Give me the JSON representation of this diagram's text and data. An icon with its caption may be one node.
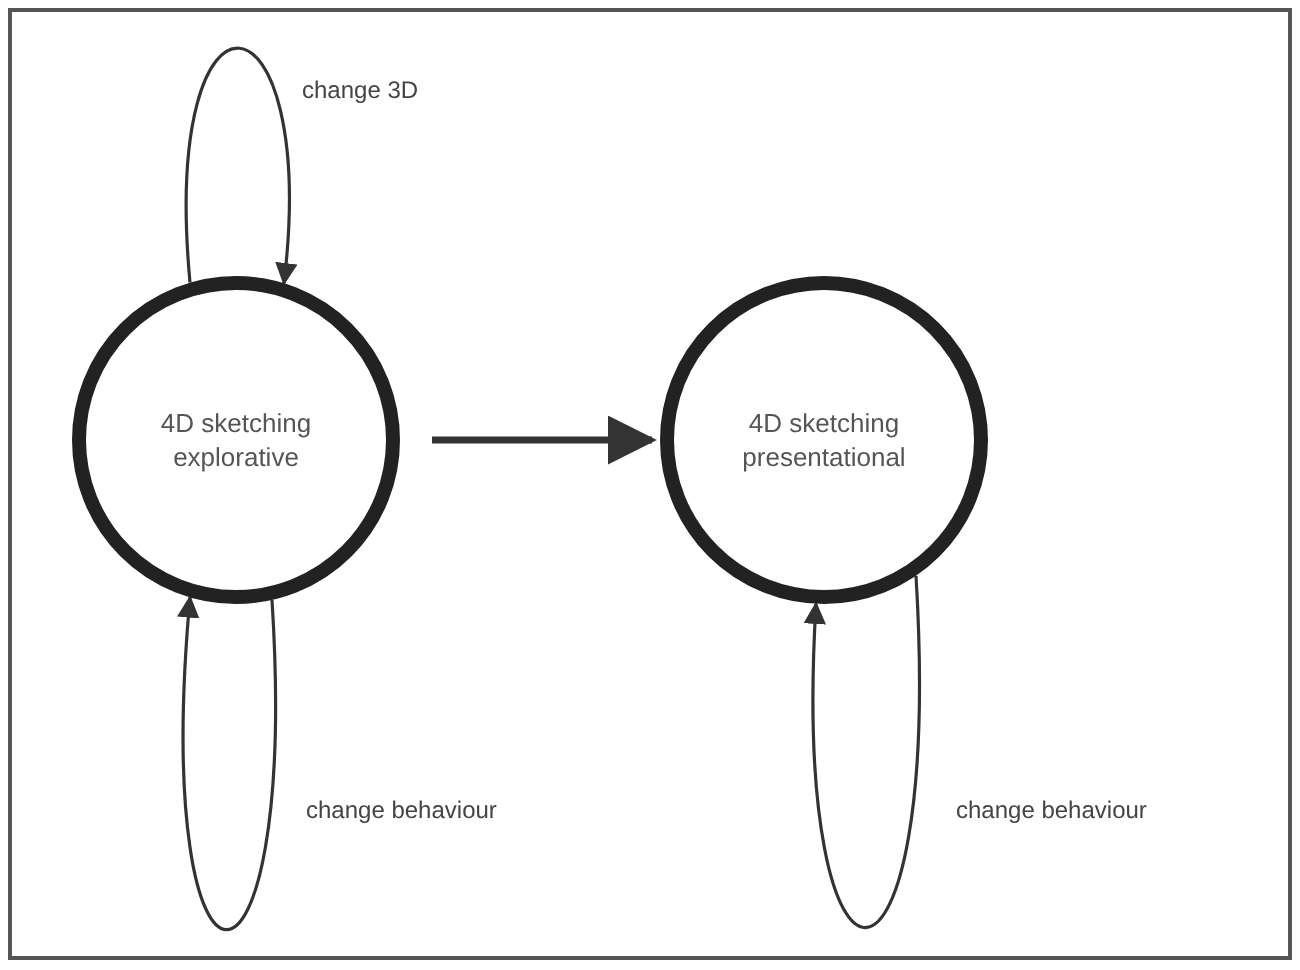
{
  "diagram": {
    "nodes": [
      {
        "text": [
          "4D sketching explorative"
        ]
      },
      {
        "text": [
          "4D sketching presentational"
        ]
      }
    ],
    "edges": [
      {
        "from": 0,
        "to": 0,
        "arrow": "to",
        "label": "change 3D"
      },
      {
        "from": 0,
        "to": 1,
        "arrow": "to",
        "style": "thick"
      },
      {
        "from": 0,
        "to": 0,
        "arrow": "to",
        "label": "change behaviour"
      },
      {
        "from": 1,
        "to": 1,
        "arrow": "to",
        "label": "change behaviour"
      }
    ]
  }
}
